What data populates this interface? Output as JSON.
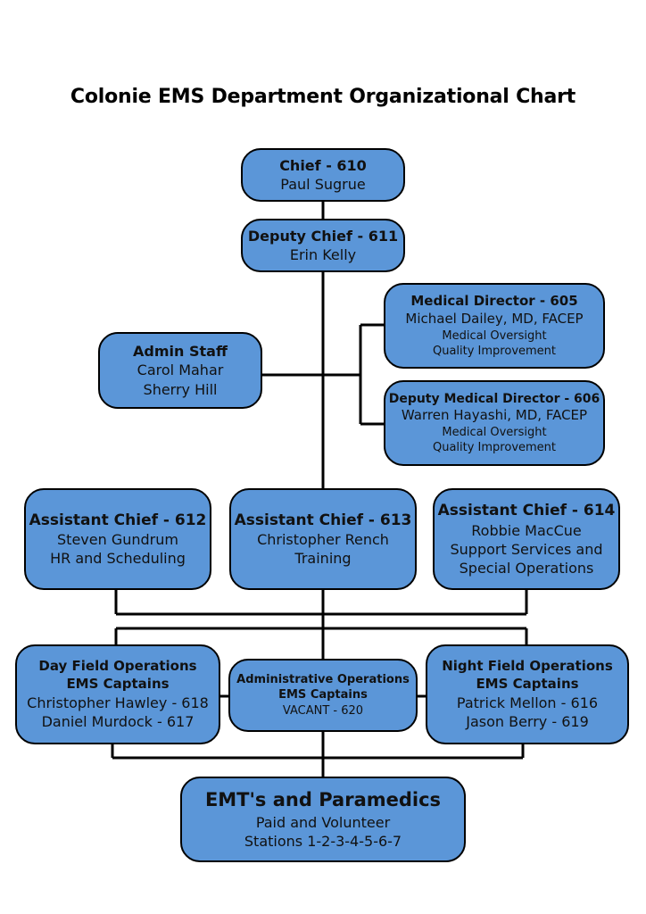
{
  "title": "Colonie EMS Department Organizational Chart",
  "colors": {
    "box_fill": "#5b96d8",
    "line": "#000000"
  },
  "chief": {
    "title": "Chief - 610",
    "name": "Paul Sugrue"
  },
  "deputy_chief": {
    "title": "Deputy Chief - 611",
    "name": "Erin Kelly"
  },
  "medical_director": {
    "title": "Medical Director - 605",
    "name": "Michael Dailey, MD, FACEP",
    "duty1": "Medical Oversight",
    "duty2": "Quality Improvement"
  },
  "admin_staff": {
    "title": "Admin Staff",
    "name1": "Carol Mahar",
    "name2": "Sherry Hill"
  },
  "deputy_medical_director": {
    "title": "Deputy Medical Director - 606",
    "name": "Warren Hayashi, MD, FACEP",
    "duty1": "Medical Oversight",
    "duty2": "Quality Improvement"
  },
  "assistant_chief_612": {
    "title": "Assistant Chief - 612",
    "name": "Steven Gundrum",
    "role": "HR and Scheduling"
  },
  "assistant_chief_613": {
    "title": "Assistant Chief - 613",
    "name": "Christopher Rench",
    "role": "Training"
  },
  "assistant_chief_614": {
    "title": "Assistant Chief - 614",
    "name": "Robbie MacCue",
    "role1": "Support Services and",
    "role2": "Special Operations"
  },
  "day_field_ops": {
    "title1": "Day Field Operations",
    "title2": "EMS Captains",
    "captain1": "Christopher Hawley - 618",
    "captain2": "Daniel Murdock - 617"
  },
  "admin_ops": {
    "title1": "Administrative Operations",
    "title2": "EMS Captains",
    "captain1": "VACANT - 620"
  },
  "night_field_ops": {
    "title1": "Night Field Operations",
    "title2": "EMS Captains",
    "captain1": "Patrick Mellon - 616",
    "captain2": "Jason Berry - 619"
  },
  "emts": {
    "title": "EMT's and Paramedics",
    "line1": "Paid and Volunteer",
    "line2": "Stations 1-2-3-4-5-6-7"
  }
}
